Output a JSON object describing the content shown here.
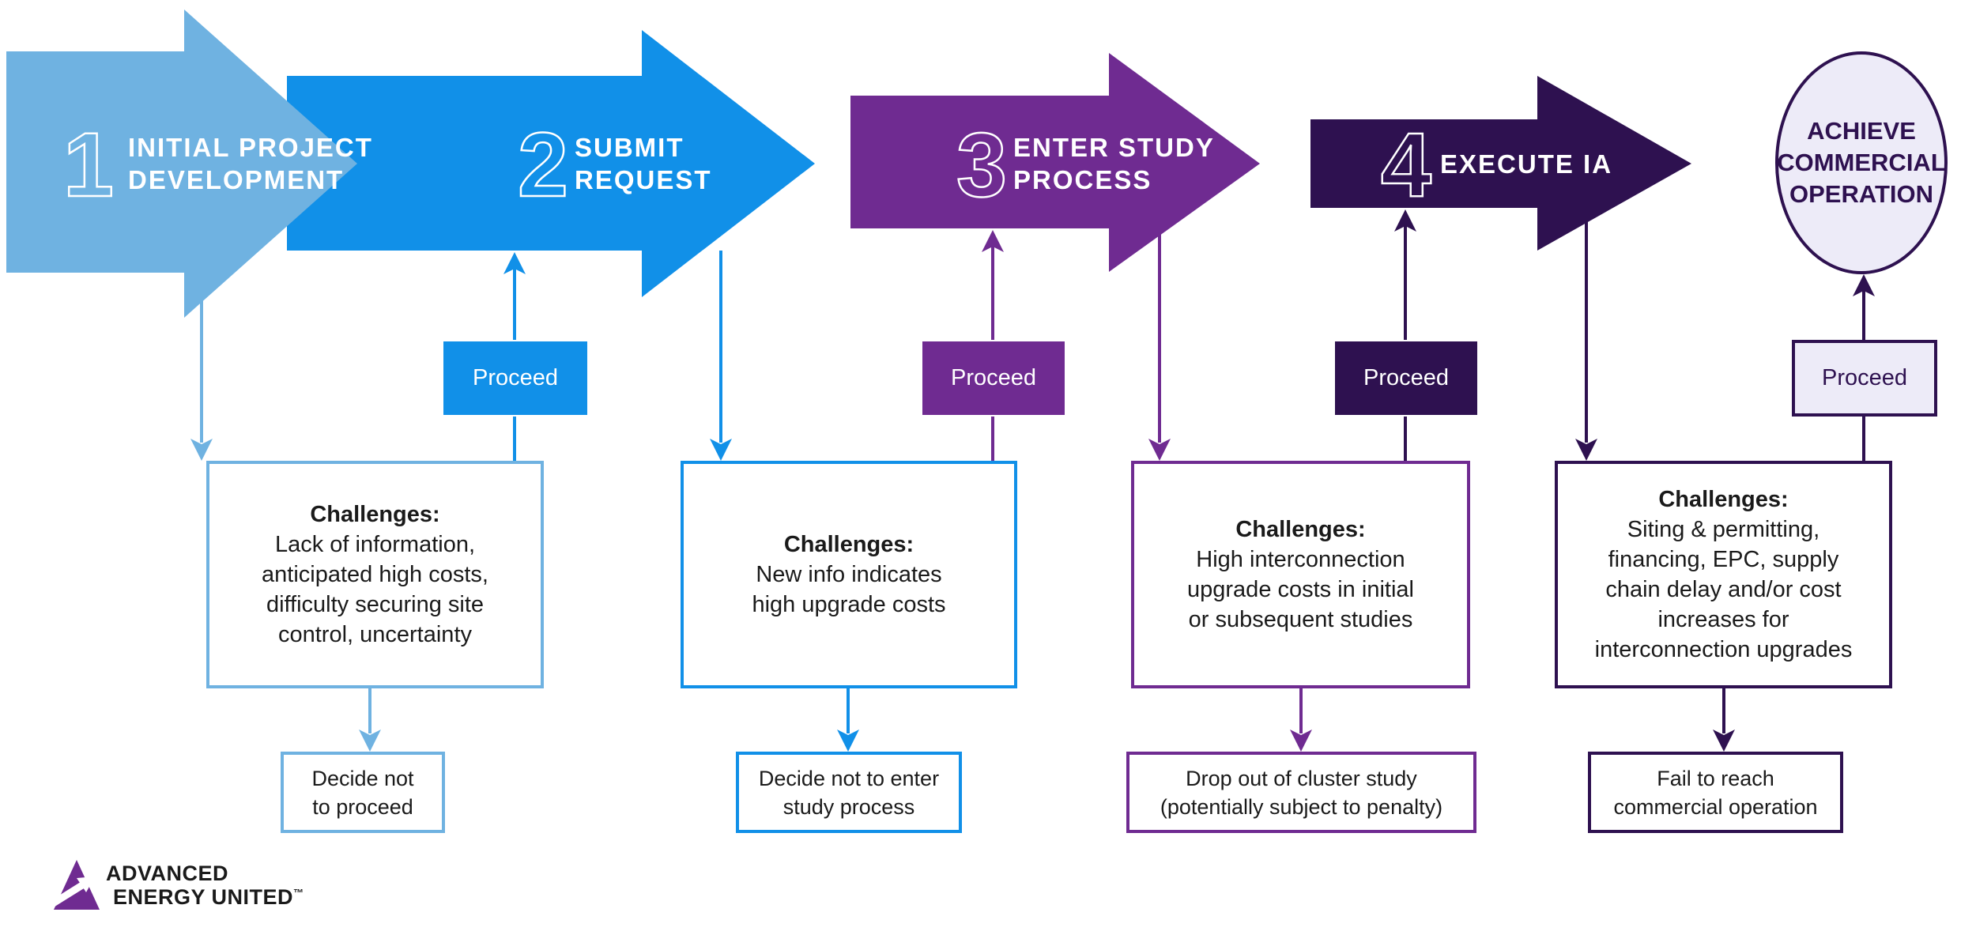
{
  "colors": {
    "stage1_light_blue": "#6FB2E1",
    "stage2_blue": "#1190E8",
    "stage3_purple": "#6F2B91",
    "stage4_dark_purple": "#2E1150",
    "circle_lavender": "#EDEBF8",
    "box_fill_white": "#FFFFFF",
    "text_white": "#FFFFFF",
    "text_black": "#1A1A1A"
  },
  "stages": [
    {
      "number": "1",
      "label": "INITIAL PROJECT\nDEVELOPMENT",
      "proceed": "Proceed",
      "challenges_title": "Challenges:",
      "challenges": "Lack of information,\nanticipated high costs,\ndifficulty securing site\ncontrol, uncertainty",
      "outcome": "Decide not\nto proceed"
    },
    {
      "number": "2",
      "label": "SUBMIT\nREQUEST",
      "proceed": "Proceed",
      "challenges_title": "Challenges:",
      "challenges": "New info indicates\nhigh upgrade costs",
      "outcome": "Decide not to enter\nstudy process"
    },
    {
      "number": "3",
      "label": "ENTER STUDY\nPROCESS",
      "proceed": "Proceed",
      "challenges_title": "Challenges:",
      "challenges": "High interconnection\nupgrade costs in initial\nor subsequent studies",
      "outcome": "Drop out of cluster study\n(potentially subject to penalty)"
    },
    {
      "number": "4",
      "label": "EXECUTE IA",
      "proceed": "Proceed",
      "challenges_title": "Challenges:",
      "challenges": "Siting & permitting,\nfinancing, EPC, supply\nchain delay and/or cost\nincreases for\ninterconnection upgrades",
      "outcome": "Fail to reach\ncommercial operation"
    }
  ],
  "final": {
    "label": "ACHIEVE\nCOMMERCIAL\nOPERATION"
  },
  "logo": {
    "line1": "ADVANCED",
    "line2": "ENERGY UNITED",
    "tm": "™"
  }
}
